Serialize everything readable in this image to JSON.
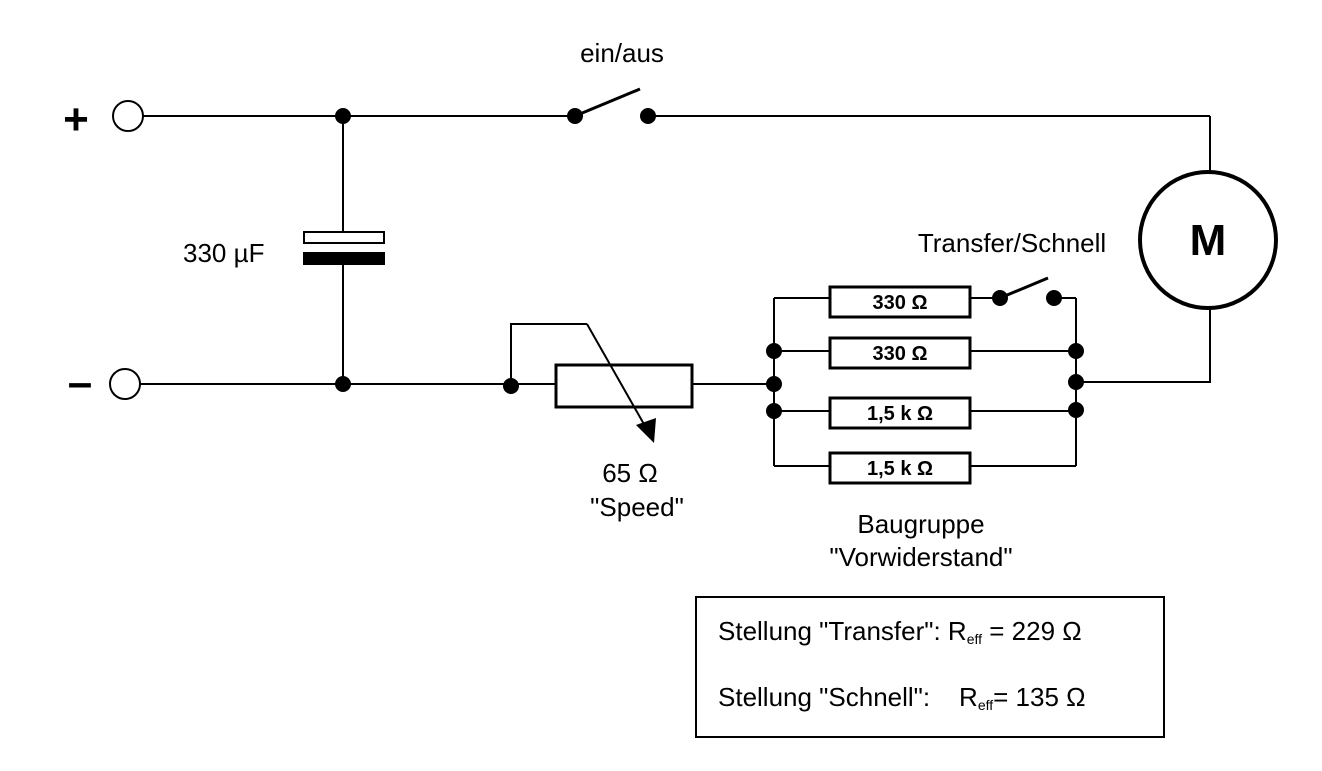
{
  "terminals": {
    "plus": "+",
    "minus": "–"
  },
  "labels": {
    "main_switch": "ein/aus",
    "capacitor": "330 µF",
    "motor": "M",
    "transfer_switch": "Transfer/Schnell",
    "rheostat_value": "65 Ω",
    "rheostat_name": "\"Speed\"",
    "group_name_line1": "Baugruppe",
    "group_name_line2": "\"Vorwiderstand\""
  },
  "resistors": [
    {
      "value": "330 Ω"
    },
    {
      "value": "330 Ω"
    },
    {
      "value": "1,5 k Ω"
    },
    {
      "value": "1,5 k Ω"
    }
  ],
  "info_box": {
    "line1_prefix": "Stellung \"Transfer\":  R",
    "line1_sub": "eff",
    "line1_suffix": " = 229 Ω",
    "line2_prefix": "Stellung \"Schnell\":    R",
    "line2_sub": "eff",
    "line2_suffix": "= 135 Ω"
  }
}
